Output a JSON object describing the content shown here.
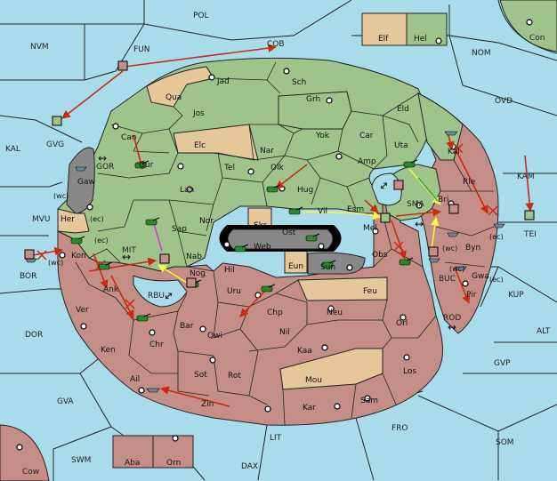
{
  "colors": {
    "sea": "#a8dcea",
    "green": "#9ec48c",
    "red": "#c48e86",
    "neutral": "#e5c79a",
    "center": "#888888",
    "order_move": "#cc2a10",
    "order_support": "#f5f542",
    "order_convoy": "#cc44cc",
    "border": "#222222"
  },
  "legend": {
    "neutral_label": "Elf",
    "green_label": "Hel"
  },
  "seas": {
    "pol": "POL",
    "cob": "COB",
    "nvm": "NVM",
    "fun": "FUN",
    "nom": "NOM",
    "con": "Con",
    "ovd": "OVD",
    "kal": "KAL",
    "gvg": "GVG",
    "gor": "GOR",
    "mvu": "MVU",
    "bor": "BOR",
    "mit": "MIT",
    "rbu": "RBU",
    "kam": "KAM",
    "tei": "TEI",
    "sma": "SMA",
    "buc": "BUC",
    "kup": "KUP",
    "alt": "ALT",
    "rod": "ROD",
    "gvp": "GVP",
    "dor": "DOR",
    "gva": "GVA",
    "fro": "FRO",
    "som": "SOM",
    "lit": "LIT",
    "swm": "SWM",
    "dax": "DAX",
    "cow": "Cow"
  },
  "provinces": {
    "jad": "Jad",
    "sch": "Sch",
    "qua": "Qua",
    "jos": "Jos",
    "grh": "Grh",
    "eld": "Eld",
    "can": "Can",
    "yok": "Yok",
    "car": "Car",
    "elc": "Elc",
    "nar": "Nar",
    "uta": "Uta",
    "gur": "Gur",
    "tel": "Tel",
    "olk": "Olk",
    "amp": "Amp",
    "kal_p": "Kal",
    "lan": "Lan",
    "hug": "Hug",
    "gaw": "Gaw",
    "rle": "Rle",
    "vil": "Vil",
    "esm": "Esm",
    "bri": "Bri",
    "her": "Her",
    "nor": "Nor",
    "skr": "Skr",
    "ost": "Ost",
    "mel": "Mel",
    "sap": "Sap",
    "web": "Web",
    "byn": "Byn",
    "kon": "Kon",
    "nab": "Nab",
    "eun": "Eun",
    "sun": "Sun",
    "obs": "Obs",
    "gwa": "Gwa",
    "hil": "Hil",
    "nog": "Nog",
    "ank": "Ank",
    "uru": "Uru",
    "feu": "Feu",
    "pir": "Pir",
    "ver": "Ver",
    "chp": "Chp",
    "neu": "Neu",
    "orl": "Orl",
    "bar": "Bar",
    "qwi": "Qwi",
    "nil": "Nil",
    "ken": "Ken",
    "chr": "Chr",
    "kaa": "Kaa",
    "sot": "Sot",
    "rot": "Rot",
    "mou": "Mou",
    "los": "Los",
    "ail": "Ail",
    "zin": "Zin",
    "kar": "Kar",
    "sam": "Sam",
    "aba": "Aba",
    "orn": "Orn"
  },
  "coast_marks": {
    "wc": "(wc)",
    "ec": "(ec)"
  },
  "arrows_glyph": "↔"
}
